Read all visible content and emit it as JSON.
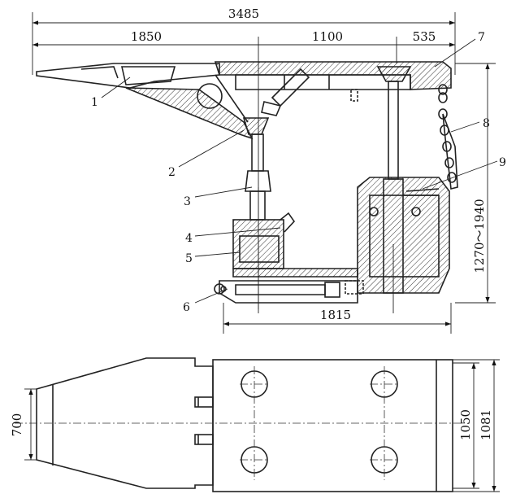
{
  "dimensions": {
    "overall_length": "3485",
    "front_section": "1850",
    "middle_section": "1100",
    "rear_section": "535",
    "base_length": "1815",
    "height_range": "1270～1940",
    "front_width": "700",
    "base_inner_width": "1050",
    "base_outer_width": "1081"
  },
  "part_labels": [
    "1",
    "2",
    "3",
    "4",
    "5",
    "6",
    "7",
    "8",
    "9"
  ]
}
